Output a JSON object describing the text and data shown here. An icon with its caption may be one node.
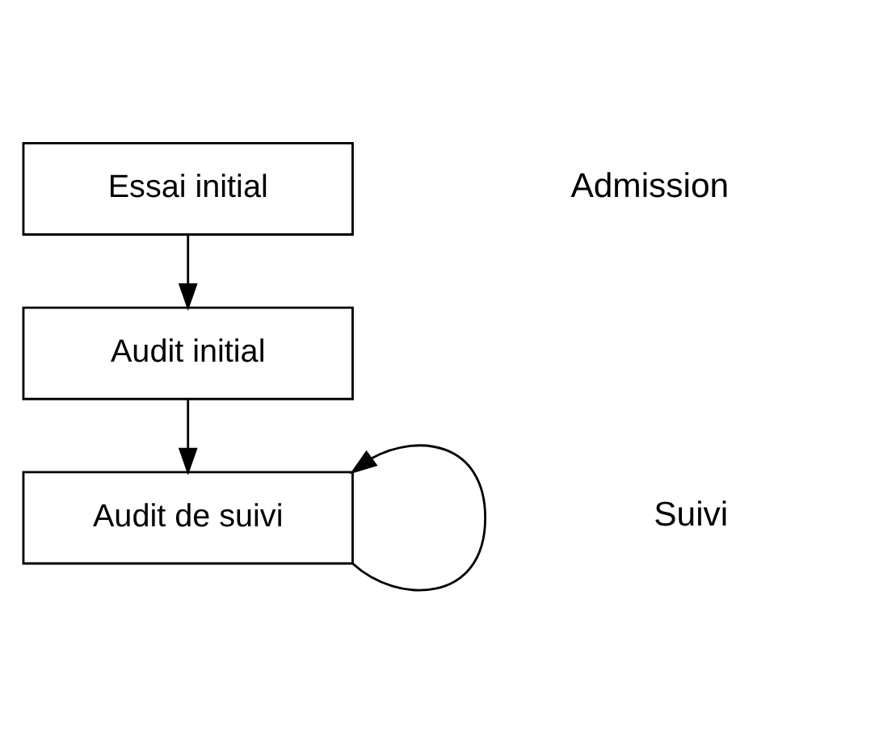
{
  "diagram": {
    "nodes": [
      {
        "text": [
          "Essai initial"
        ]
      },
      {
        "text": [
          "Audit initial"
        ]
      },
      {
        "text": [
          "Audit de suivi"
        ]
      }
    ],
    "edges": [
      {
        "from": 0,
        "to": 1,
        "arrow": "to"
      },
      {
        "from": 1,
        "to": 2,
        "arrow": "to"
      },
      {
        "from": 2,
        "to": 2,
        "arrow": "to"
      }
    ],
    "labels": [
      "Admission",
      "Suivi"
    ]
  }
}
